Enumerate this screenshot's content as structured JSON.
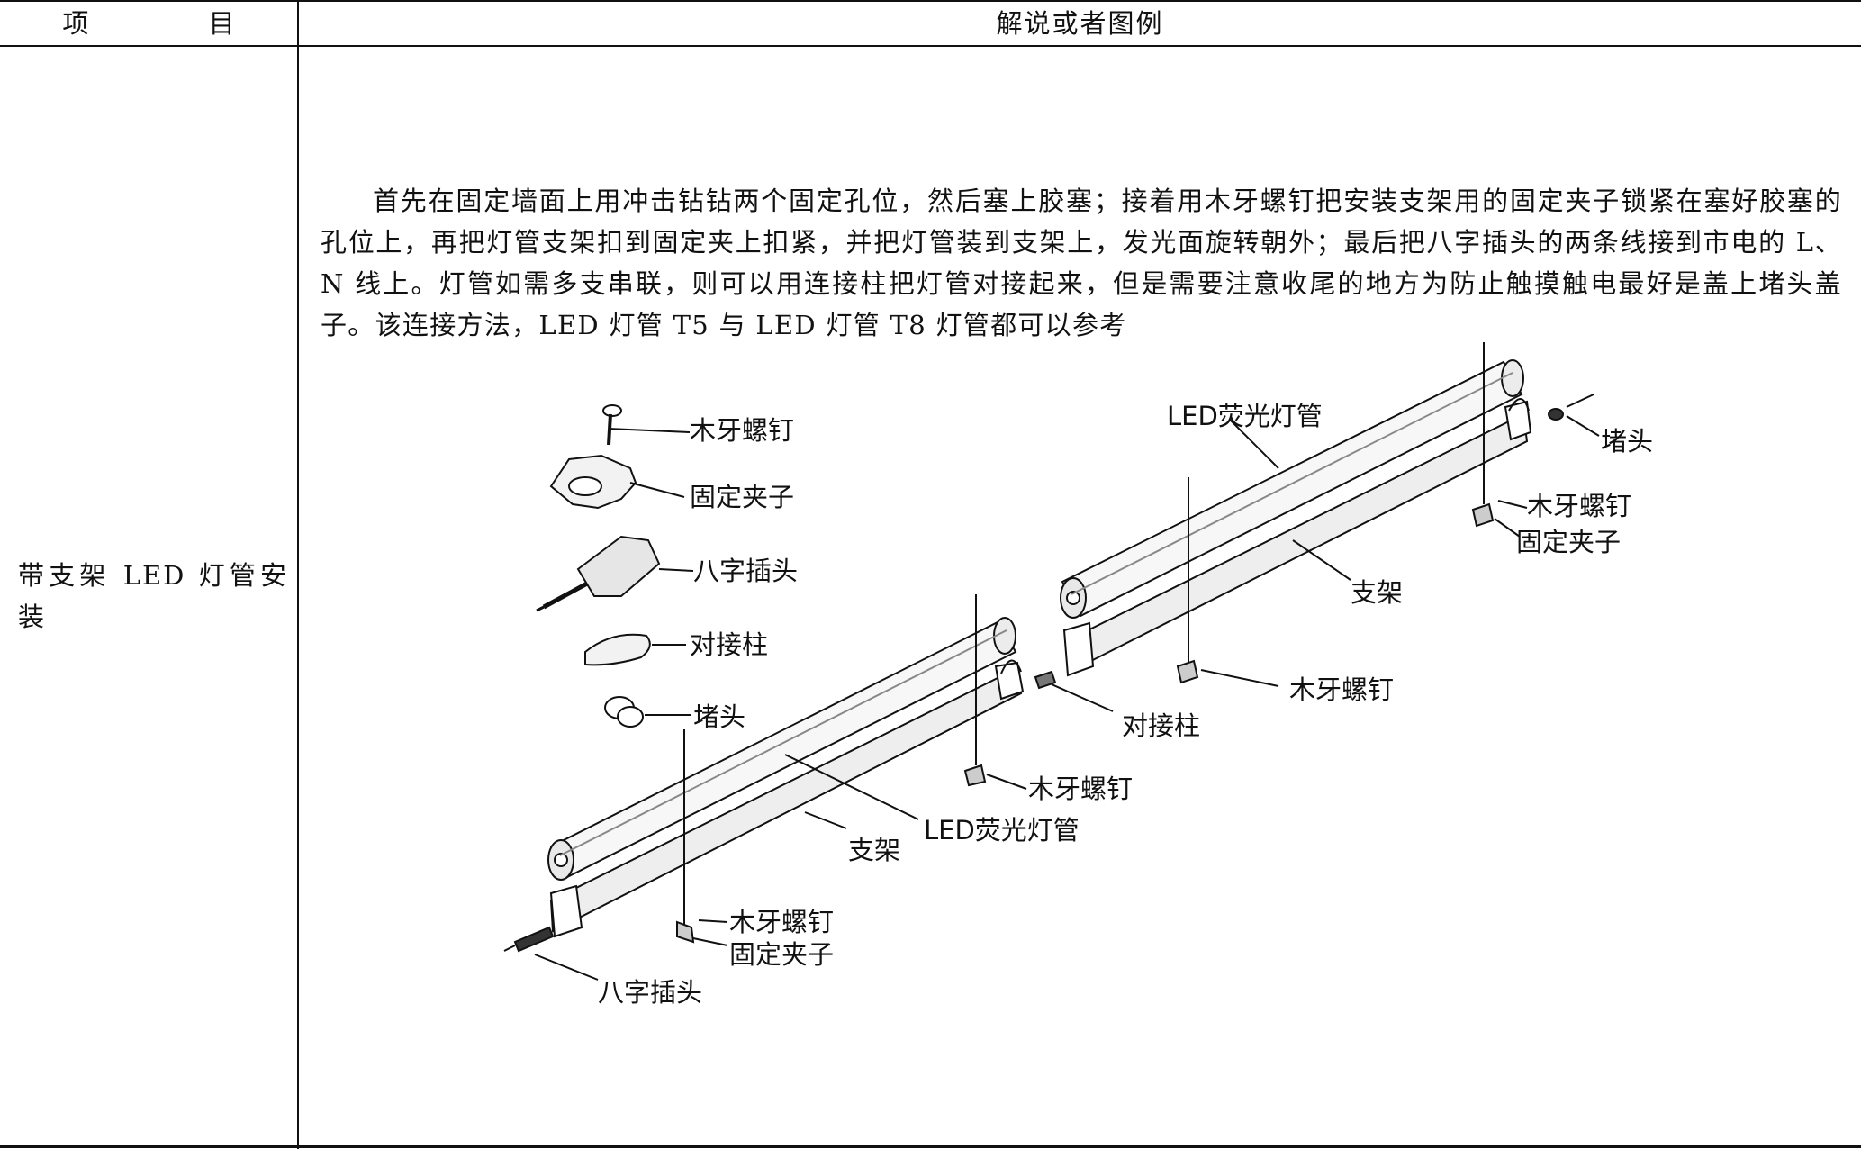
{
  "header": {
    "item_label": "项 目",
    "desc_label": "解说或者图例"
  },
  "row": {
    "item": "带支架 LED 灯管安装",
    "description": "首先在固定墙面上用冲击钻钻两个固定孔位，然后塞上胶塞；接着用木牙螺钉把安装支架用的固定夹子锁紧在塞好胶塞的孔位上，再把灯管支架扣到固定夹上扣紧，并把灯管装到支架上，发光面旋转朝外；最后把八字插头的两条线接到市电的 L、N 线上。灯管如需多支串联，则可以用连接柱把灯管对接起来，但是需要注意收尾的地方为防止触摸触电最好是盖上堵头盖子。该连接方法，LED 灯管 T5 与 LED 灯管 T8 灯管都可以参考"
  },
  "diagram": {
    "parts_legend": [
      "木牙螺钉",
      "固定夹子",
      "八字插头",
      "对接柱",
      "堵头"
    ],
    "left_assembly": {
      "tube": "LED荧光灯管",
      "bracket": "支架",
      "screw": "木牙螺钉",
      "screw_bottom": "木牙螺钉",
      "clip_bottom": "固定夹子",
      "plug": "八字插头"
    },
    "right_assembly": {
      "tube": "LED荧光灯管",
      "bracket": "支架",
      "end_cap": "堵头",
      "screw_top": "木牙螺钉",
      "clip_top": "固定夹子",
      "screw_mid": "木牙螺钉",
      "connector": "对接柱"
    }
  }
}
